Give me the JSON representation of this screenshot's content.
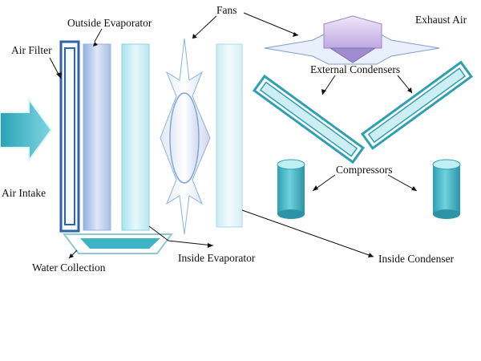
{
  "diagram": {
    "labels": {
      "air_filter": "Air Filter",
      "outside_evaporator": "Outside Evaporator",
      "fans": "Fans",
      "exhaust_air": "Exhaust Air",
      "external_condensers": "External Condensers",
      "compressors": "Compressors",
      "air_intake": "Air Intake",
      "water_collection": "Water Collection",
      "inside_evaporator": "Inside Evaporator",
      "inside_condenser": "Inside Condenser"
    },
    "colors": {
      "filter_blue": "#2f62a8",
      "evaporator_blue": "#9fb8e0",
      "cyan": "#56c6d6",
      "teal": "#2f9fb2",
      "light_cyan": "#dff5f8",
      "lavender": "#c9b6e6",
      "outline": "#4f86bf"
    }
  }
}
